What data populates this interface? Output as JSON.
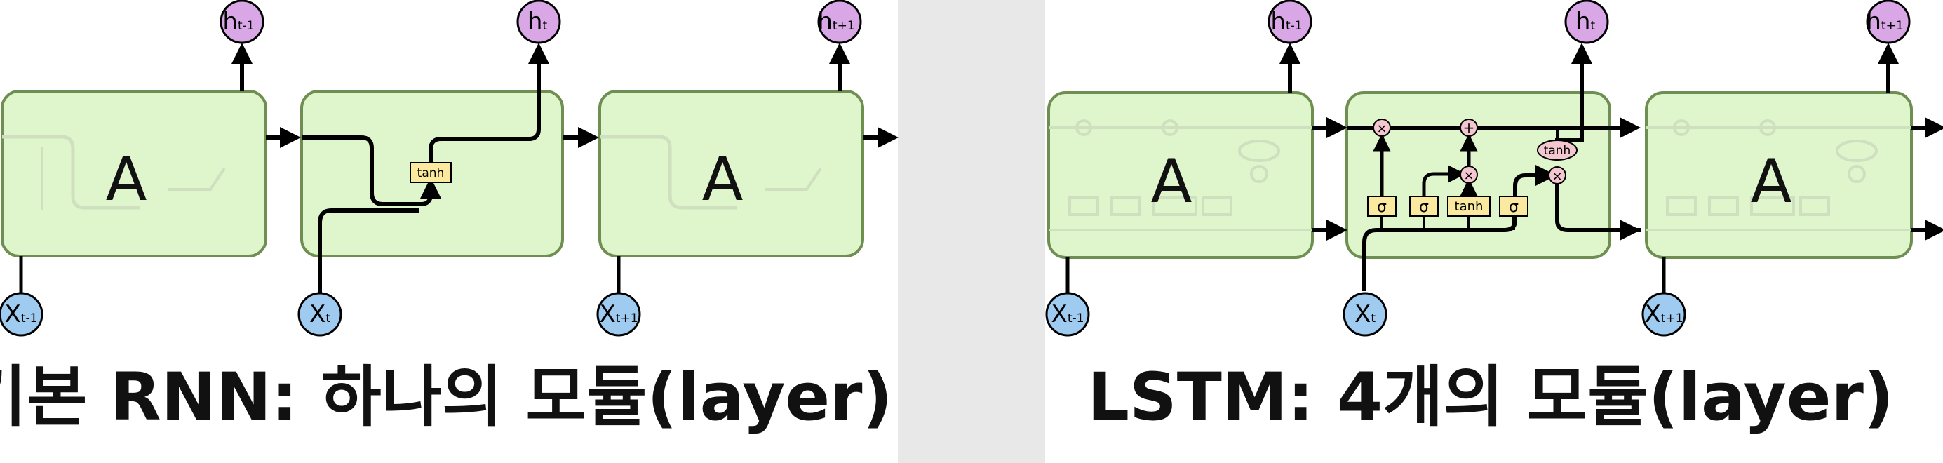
{
  "left_panel": {
    "title": "기본 RNN: 하나의 모듈(layer)",
    "cell_label": "A",
    "activation": "tanh",
    "inputs": [
      {
        "base": "X",
        "sub": "t-1"
      },
      {
        "base": "X",
        "sub": "t"
      },
      {
        "base": "X",
        "sub": "t+1"
      }
    ],
    "outputs": [
      {
        "base": "h",
        "sub": "t-1"
      },
      {
        "base": "h",
        "sub": "t"
      },
      {
        "base": "h",
        "sub": "t+1"
      }
    ]
  },
  "right_panel": {
    "title": "LSTM: 4개의 모듈(layer)",
    "cell_label": "A",
    "gates": [
      "σ",
      "σ",
      "tanh",
      "σ"
    ],
    "ops": {
      "multiply": "×",
      "add": "+",
      "tanh": "tanh"
    },
    "inputs": [
      {
        "base": "X",
        "sub": "t-1"
      },
      {
        "base": "X",
        "sub": "t"
      },
      {
        "base": "X",
        "sub": "t+1"
      }
    ],
    "outputs": [
      {
        "base": "h",
        "sub": "t-1"
      },
      {
        "base": "h",
        "sub": "t"
      },
      {
        "base": "h",
        "sub": "t+1"
      }
    ]
  },
  "colors": {
    "cell_fill": "#dff5cc",
    "cell_stroke": "#6f8f52",
    "input_node": "#9ecbef",
    "output_node": "#d9a6e6",
    "gate_box": "#fbe9a0",
    "op_node": "#f4c6d0",
    "divider": "#e8e8e8"
  }
}
